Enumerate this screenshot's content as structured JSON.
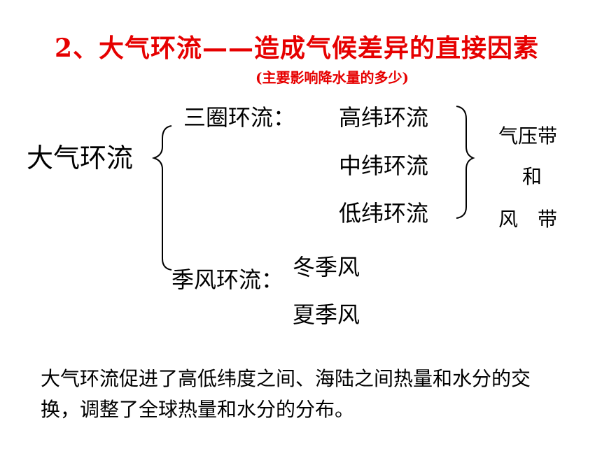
{
  "title": "2、大气环流——造成气候差异的直接因素",
  "subtitle": "(主要影响降水量的多少)",
  "root": "大气环流",
  "branches": {
    "three_cell": {
      "label": "三圈环流：",
      "items": [
        "高纬环流",
        "中纬环流",
        "低纬环流"
      ]
    },
    "monsoon": {
      "label": "季风环流：",
      "items": [
        "冬季风",
        "夏季风"
      ]
    }
  },
  "side_note": [
    "气压带",
    "和",
    "风　带"
  ],
  "summary": "大气环流促进了高低纬度之间、海陆之间热量和水分的交换，调整了全球热量和水分的分布。"
}
